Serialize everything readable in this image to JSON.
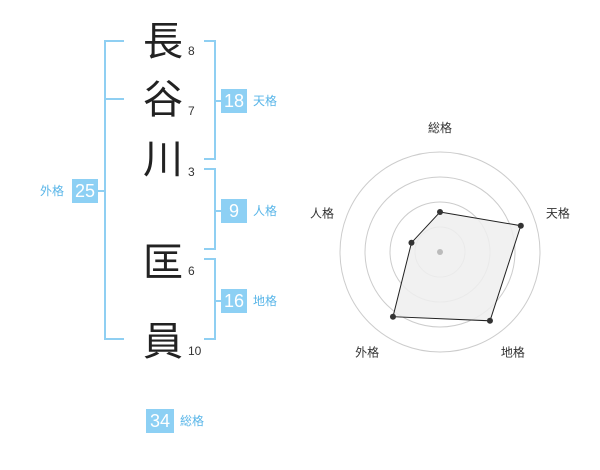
{
  "name": {
    "chars": [
      {
        "char": "長",
        "strokes": "8"
      },
      {
        "char": "谷",
        "strokes": "7"
      },
      {
        "char": "川",
        "strokes": "3"
      },
      {
        "char": "匡",
        "strokes": "6"
      },
      {
        "char": "員",
        "strokes": "10"
      }
    ]
  },
  "fortune": {
    "tenkaku": {
      "value": "18",
      "label": "天格"
    },
    "jinkaku": {
      "value": "9",
      "label": "人格"
    },
    "chikaku": {
      "value": "16",
      "label": "地格"
    },
    "gaikaku": {
      "value": "25",
      "label": "外格"
    },
    "soukaku": {
      "value": "34",
      "label": "総格"
    }
  },
  "colors": {
    "accent": "#8dd0f4",
    "bracket": "#8fcff2",
    "label": "#58b5e8",
    "ring": "#cccccc",
    "polygon_fill": "#eeeeee"
  },
  "chart_data": {
    "type": "radar",
    "axes": [
      "総格",
      "天格",
      "地格",
      "外格",
      "人格"
    ],
    "values": [
      0.4,
      0.85,
      0.85,
      0.8,
      0.3
    ],
    "range": [
      0,
      1
    ],
    "rings": 4
  }
}
